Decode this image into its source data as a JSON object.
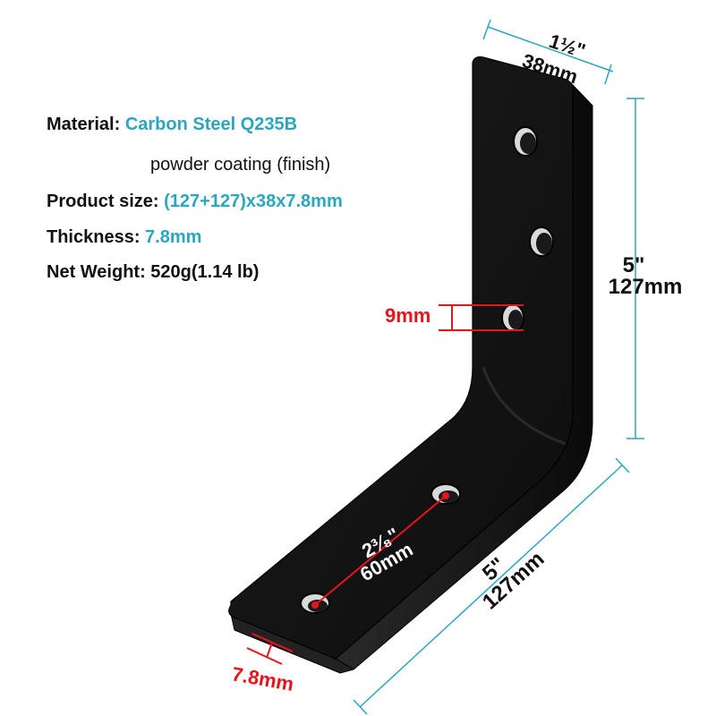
{
  "specs": {
    "material_label": "Material:",
    "material_value": "Carbon Steel Q235B",
    "finish": "powder coating (finish)",
    "size_label": "Product size:",
    "size_value": "(127+127)x38x7.8mm",
    "thickness_label": "Thickness:",
    "thickness_value": "7.8mm",
    "weight_label": "Net Weight:",
    "weight_value": "520g(1.14 lb)"
  },
  "dimensions": {
    "width_in": "1½\"",
    "width_mm": "38mm",
    "height_in": "5\"",
    "height_mm": "127mm",
    "length_in": "5\"",
    "length_mm": "127mm",
    "hole": "9mm",
    "hole_spacing_in": "2³⁄₈\"",
    "hole_spacing_mm": "60mm",
    "thickness": "7.8mm"
  },
  "colors": {
    "accent": "#2aa7bf",
    "red": "#e8141c",
    "steel": "#141414"
  }
}
